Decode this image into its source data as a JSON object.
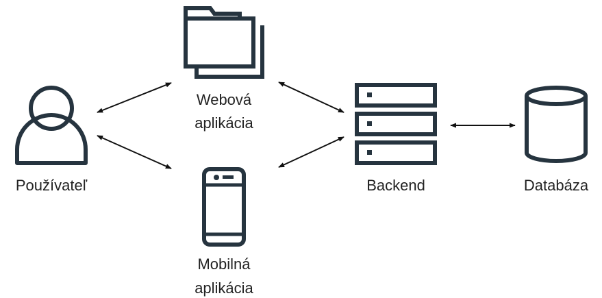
{
  "colors": {
    "icon_stroke": "#26343f",
    "arrow": "#111111",
    "text": "#222222",
    "background": "#ffffff"
  },
  "nodes": {
    "user": {
      "label": "Používateľ",
      "icon": "person-icon"
    },
    "web_app": {
      "label_line1": "Webová",
      "label_line2": "aplikácia",
      "icon": "folder-icon"
    },
    "mobile_app": {
      "label_line1": "Mobilná",
      "label_line2": "aplikácia",
      "icon": "smartphone-icon"
    },
    "backend": {
      "label": "Backend",
      "icon": "server-icon"
    },
    "database": {
      "label": "Databáza",
      "icon": "database-icon"
    }
  },
  "connections": [
    {
      "from": "user",
      "to": "web_app",
      "direction": "bidirectional"
    },
    {
      "from": "user",
      "to": "mobile_app",
      "direction": "bidirectional"
    },
    {
      "from": "web_app",
      "to": "backend",
      "direction": "bidirectional"
    },
    {
      "from": "mobile_app",
      "to": "backend",
      "direction": "bidirectional"
    },
    {
      "from": "backend",
      "to": "database",
      "direction": "bidirectional"
    }
  ]
}
